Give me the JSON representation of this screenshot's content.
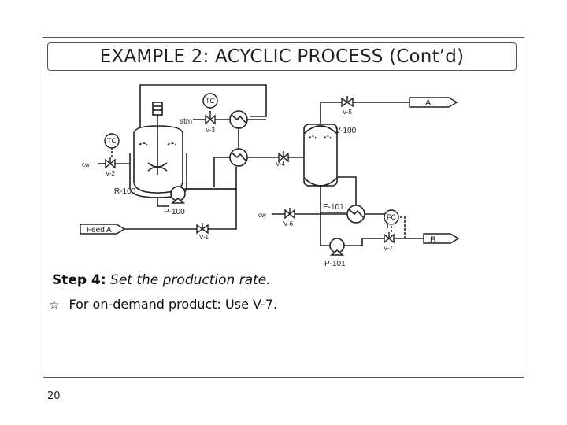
{
  "slide": {
    "title": "EXAMPLE 2: ACYCLIC PROCESS (Cont’d)",
    "step_label": "Step 4:",
    "step_text": "Set the production rate.",
    "bullet_text": "For on-demand product: Use V-7.",
    "bullet_icon": "star-outline-icon",
    "page_number": "20"
  },
  "diagram": {
    "labels": {
      "tc_top": "TC",
      "stm": "stm",
      "v3": "V-3",
      "v5": "V-5",
      "product_a": "A",
      "v100": "V-100",
      "tc_left": "TC",
      "cw_left": "cw",
      "v2": "V-2",
      "v4": "V-4",
      "r100": "R-100",
      "p100": "P-100",
      "e101": "E-101",
      "cw_right": "cw",
      "v6": "V-6",
      "fc": "FC",
      "feed_a": "Feed A",
      "v1": "V-1",
      "product_b": "B",
      "v7": "V-7",
      "p101": "P-101"
    }
  }
}
